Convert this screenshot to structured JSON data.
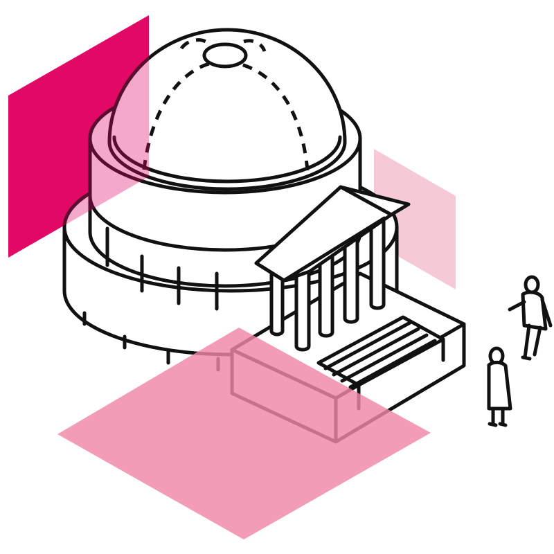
{
  "illustration": {
    "subject": "domed-rotunda-with-portico",
    "colors": {
      "line": "#111111",
      "magenta": "#e20a66",
      "light_pink": "#f6c9d6",
      "floor_pink": "#ef86a5",
      "background": "#ffffff"
    },
    "figures": [
      "standing-person",
      "walking-person"
    ]
  }
}
